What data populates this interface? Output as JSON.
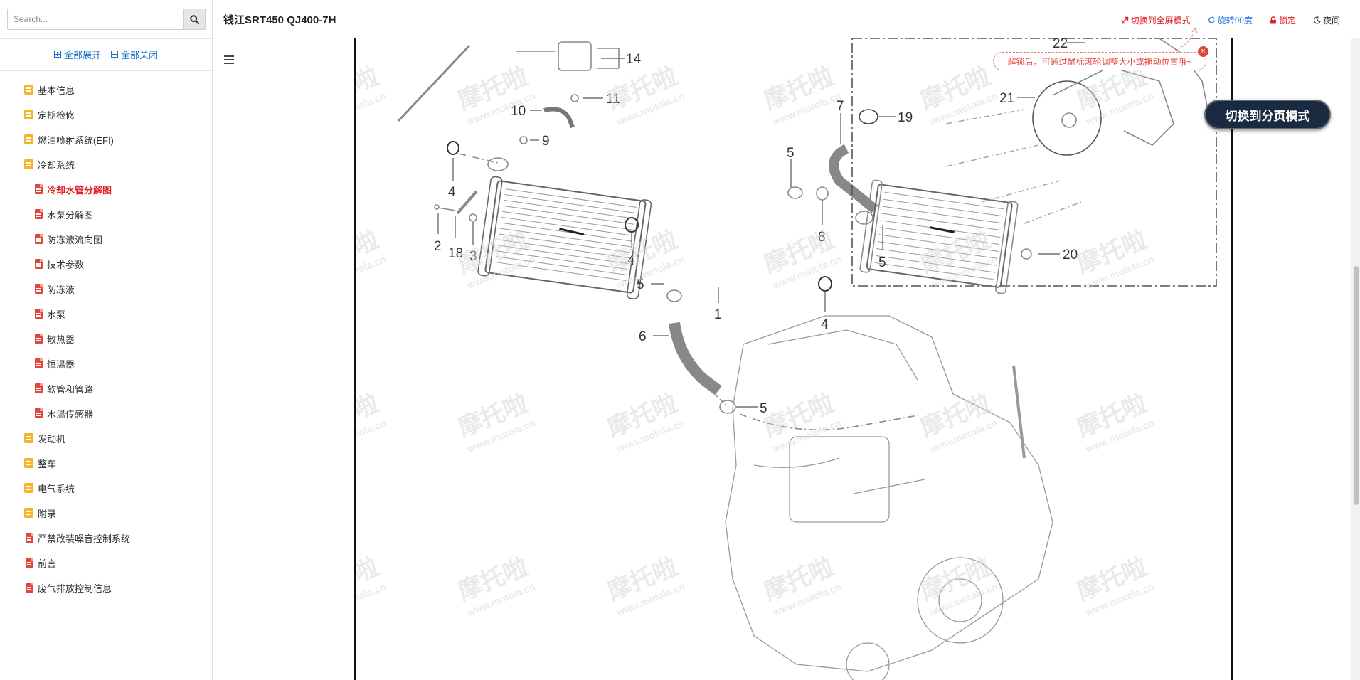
{
  "sidebar": {
    "search_placeholder": "Search...",
    "expand_all": "全部展开",
    "collapse_all": "全部关闭",
    "items": [
      {
        "label": "基本信息",
        "icon": "folder-icon"
      },
      {
        "label": "定期检修",
        "icon": "folder-icon"
      },
      {
        "label": "燃油喷射系统(EFI)",
        "icon": "folder-icon"
      },
      {
        "label": "冷却系统",
        "icon": "folder-icon"
      },
      {
        "label": "冷却水管分解图",
        "icon": "document-icon",
        "active": true
      },
      {
        "label": "水泵分解图",
        "icon": "document-icon"
      },
      {
        "label": "防冻液流向图",
        "icon": "document-icon"
      },
      {
        "label": "技术参数",
        "icon": "document-icon"
      },
      {
        "label": "防冻液",
        "icon": "document-icon"
      },
      {
        "label": "水泵",
        "icon": "document-icon"
      },
      {
        "label": "散热器",
        "icon": "document-icon"
      },
      {
        "label": "恒温器",
        "icon": "document-icon"
      },
      {
        "label": "软管和管路",
        "icon": "document-icon"
      },
      {
        "label": "水温传感器",
        "icon": "document-icon"
      },
      {
        "label": "发动机",
        "icon": "folder-icon"
      },
      {
        "label": "整车",
        "icon": "folder-icon"
      },
      {
        "label": "电气系统",
        "icon": "folder-icon"
      },
      {
        "label": "附录",
        "icon": "folder-icon"
      },
      {
        "label": "严禁改装噪音控制系统",
        "icon": "document-icon"
      },
      {
        "label": "前言",
        "icon": "document-icon"
      },
      {
        "label": "废气排放控制信息",
        "icon": "document-icon"
      }
    ]
  },
  "header": {
    "title": "钱江SRT450 QJ400-7H",
    "fullscreen_label": "切换到全屏模式",
    "rotate_label": "旋转90度",
    "lock_label": "锁定",
    "night_label": "夜间"
  },
  "main": {
    "tip_text": "解锁后，可通过鼠标滚轮调整大小或拖动位置哦~",
    "mode_button_label": "切换到分页模式",
    "watermark_text": "摩托啦",
    "watermark_url": "www.motola.cn",
    "part_labels": [
      "14",
      "11",
      "10",
      "9",
      "7",
      "5",
      "4",
      "2",
      "18",
      "3",
      "4",
      "8",
      "5",
      "5",
      "1",
      "4",
      "6",
      "5",
      "22",
      "21",
      "19",
      "20"
    ]
  },
  "colors": {
    "accent_blue": "#2f7ae0",
    "active_red": "#e21e1e",
    "folder_yellow": "#f5b42a",
    "doc_red": "#e0463b",
    "mode_button_bg": "#1a2a40"
  }
}
